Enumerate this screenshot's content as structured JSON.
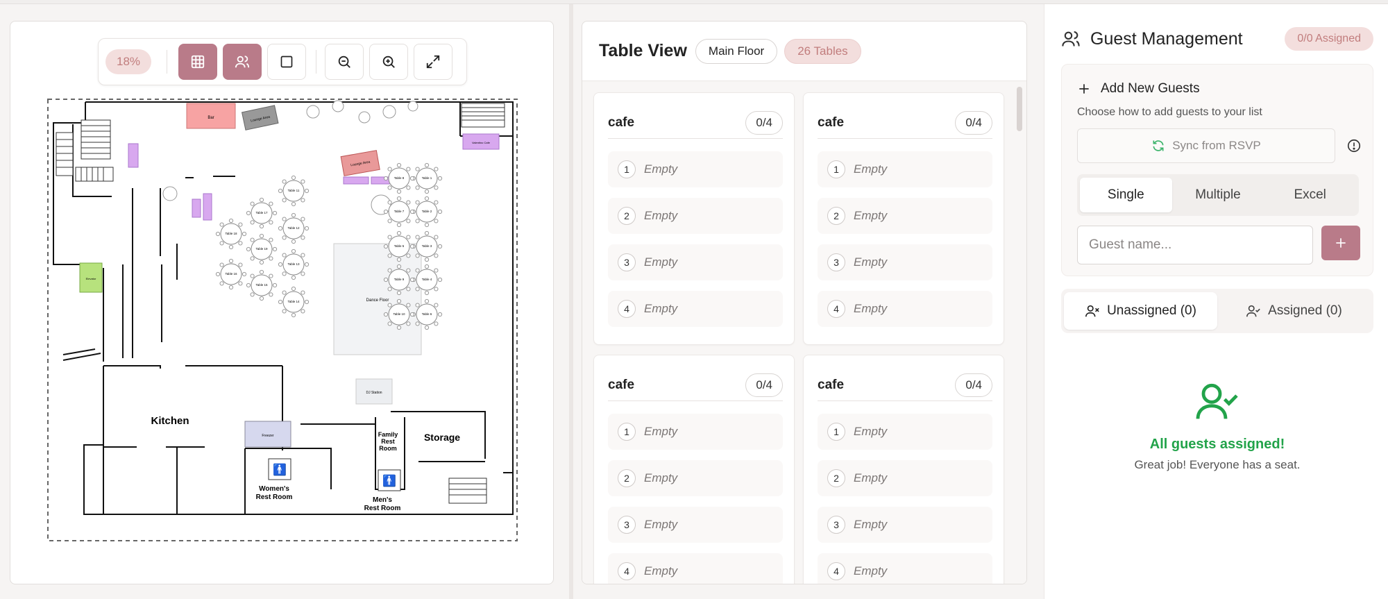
{
  "floor": {
    "zoom": "18%",
    "toolbar": [
      "grid-view",
      "guests-view",
      "select-box",
      "zoom-out",
      "zoom-in",
      "fullscreen"
    ],
    "labels": {
      "bar": "Bar",
      "lounge1": "Lounge Area",
      "lounge2": "Lounge Area",
      "kitchen": "Kitchen",
      "storage": "Storage",
      "freezer": "Freezer",
      "family": [
        "Family",
        "Rest",
        "Room"
      ],
      "women": [
        "Women's",
        "Rest Room"
      ],
      "men": [
        "Men's",
        "Rest Room"
      ],
      "dance": "Dance Floor",
      "dj": "DJ Station",
      "elevator": "Elevator",
      "cafe": "Valentino Cafe",
      "t1": "Table 1",
      "t2": "Table 2",
      "t3": "Table 3",
      "t4": "Table 4",
      "t5": "Table 5",
      "t6": "Table 6",
      "t7": "Table 7",
      "t8": "Table 8",
      "t9": "Table 9",
      "t10": "Table 10",
      "t11": "Table 11",
      "t12": "Table 12",
      "t13": "Table 13",
      "t14": "Table 14",
      "t15": "Table 15",
      "t16": "Table 16",
      "t17": "Table 17",
      "t18": "Table 18",
      "t19": "Table 19"
    }
  },
  "tableView": {
    "title": "Table View",
    "floor": "Main Floor",
    "count": "26 Tables",
    "cards": [
      {
        "name": "cafe",
        "count": "0/4",
        "seats": [
          {
            "n": "1",
            "label": "Empty"
          },
          {
            "n": "2",
            "label": "Empty"
          },
          {
            "n": "3",
            "label": "Empty"
          },
          {
            "n": "4",
            "label": "Empty"
          }
        ]
      },
      {
        "name": "cafe",
        "count": "0/4",
        "seats": [
          {
            "n": "1",
            "label": "Empty"
          },
          {
            "n": "2",
            "label": "Empty"
          },
          {
            "n": "3",
            "label": "Empty"
          },
          {
            "n": "4",
            "label": "Empty"
          }
        ]
      },
      {
        "name": "cafe",
        "count": "0/4",
        "seats": [
          {
            "n": "1",
            "label": "Empty"
          },
          {
            "n": "2",
            "label": "Empty"
          },
          {
            "n": "3",
            "label": "Empty"
          },
          {
            "n": "4",
            "label": "Empty"
          }
        ]
      },
      {
        "name": "cafe",
        "count": "0/4",
        "seats": [
          {
            "n": "1",
            "label": "Empty"
          },
          {
            "n": "2",
            "label": "Empty"
          },
          {
            "n": "3",
            "label": "Empty"
          },
          {
            "n": "4",
            "label": "Empty"
          }
        ]
      }
    ]
  },
  "guests": {
    "title": "Guest Management",
    "assigned_badge": "0/0 Assigned",
    "add_title": "Add New Guests",
    "add_sub": "Choose how to add guests to your list",
    "rsvp": "Sync from RSVP",
    "modes": [
      "Single",
      "Multiple",
      "Excel"
    ],
    "placeholder": "Guest name...",
    "tab_unassigned": "Unassigned (0)",
    "tab_assigned": "Assigned (0)",
    "done_title": "All guests assigned!",
    "done_sub": "Great job! Everyone has a seat.",
    "colors": {
      "accent": "#b97b89",
      "success": "#22a34a",
      "badge": "#f3dedd"
    }
  }
}
